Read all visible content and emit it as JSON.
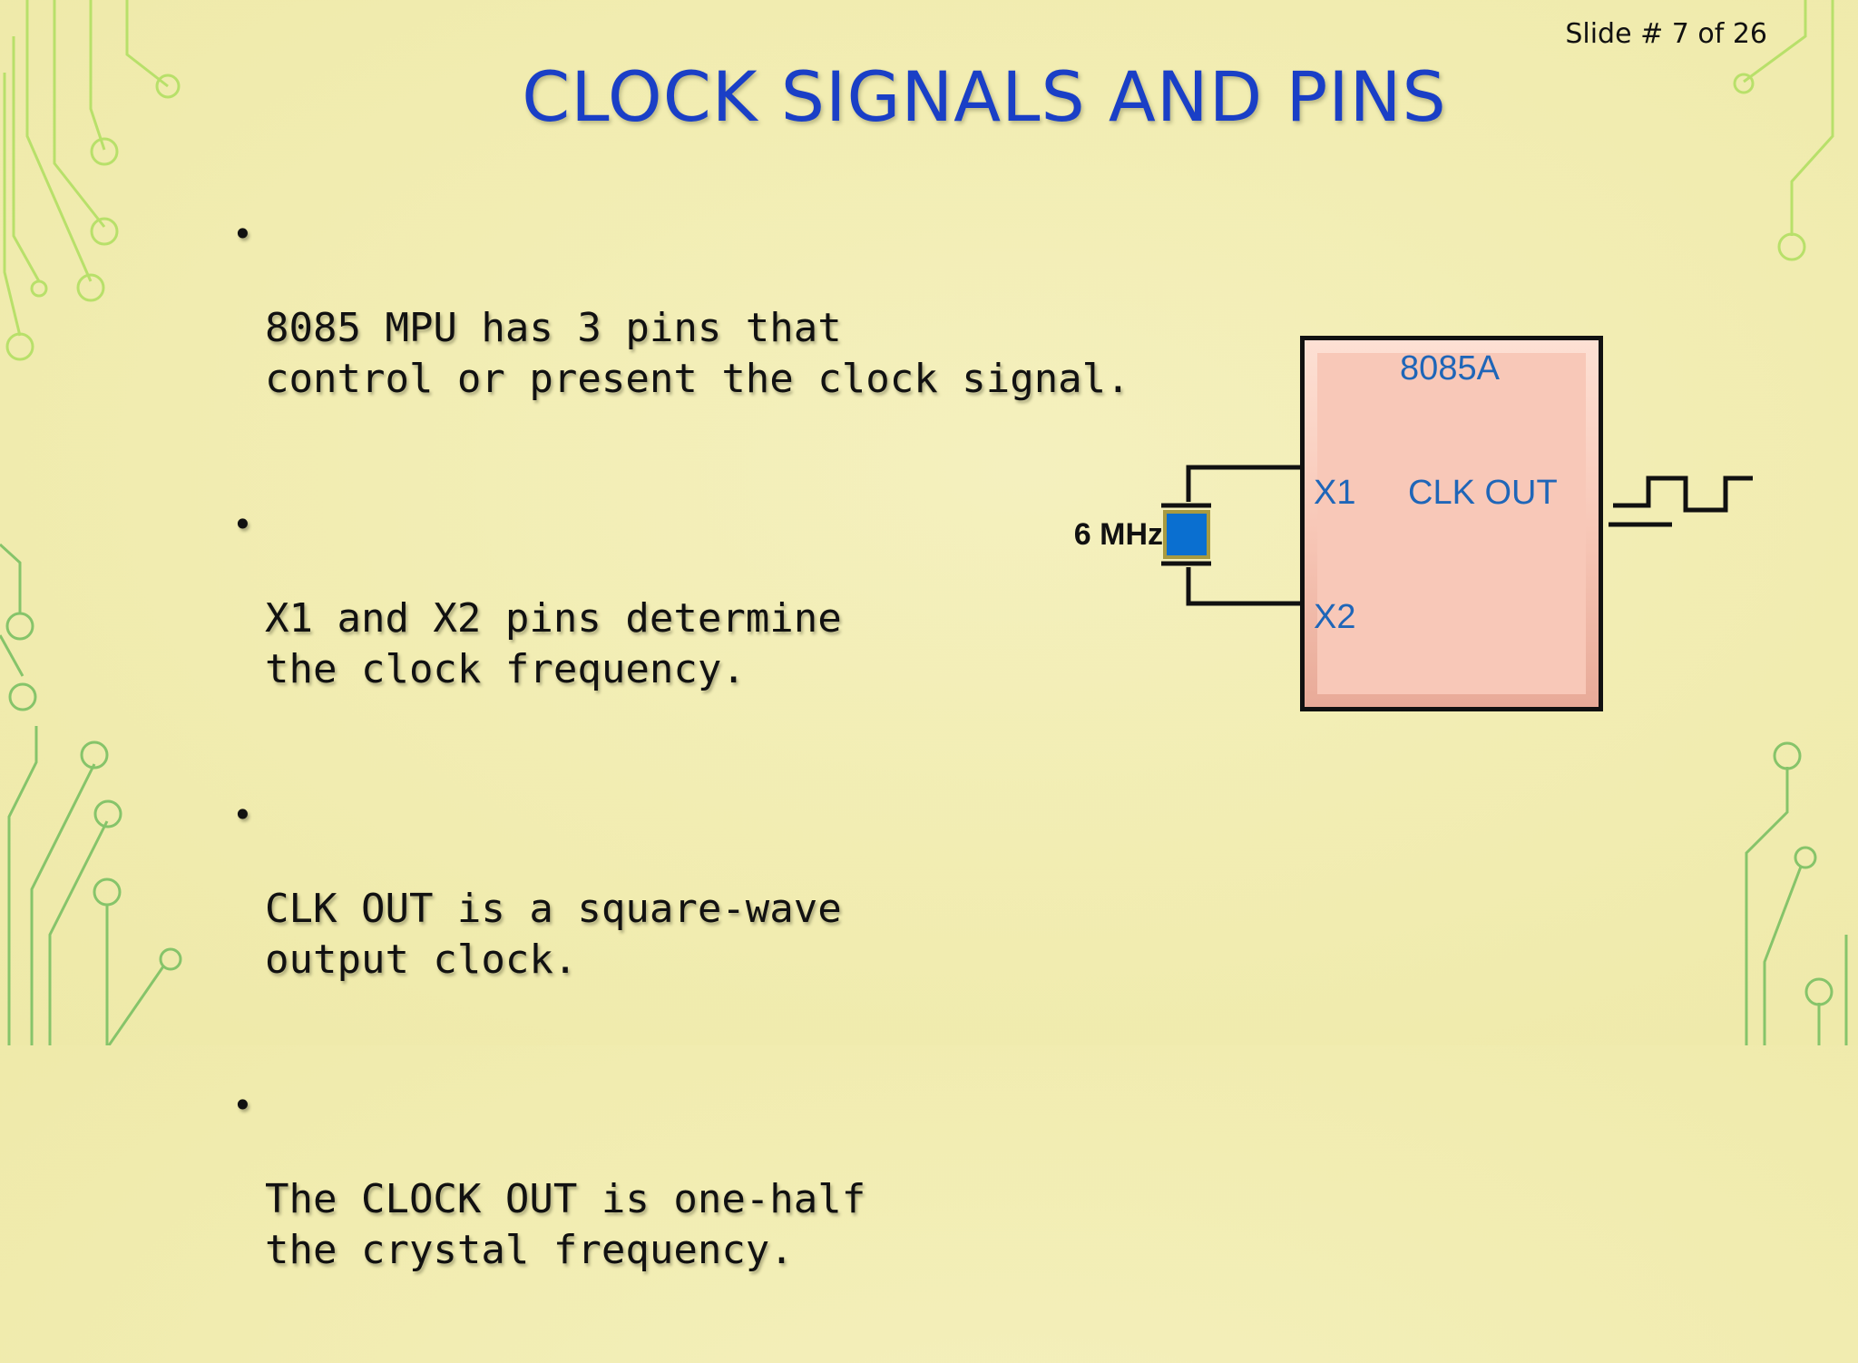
{
  "slide": {
    "number_text": "Slide # 7 of 26"
  },
  "title": "CLOCK SIGNALS AND PINS",
  "bullets": [
    "8085 MPU has 3 pins that\ncontrol or present the clock signal.",
    "X1 and X2 pins determine\nthe clock frequency.",
    "CLK OUT is a square-wave\noutput clock.",
    "The CLOCK OUT is one-half\nthe crystal frequency."
  ],
  "diagram": {
    "chip_name": "8085A",
    "pin_x1": "X1",
    "pin_x2": "X2",
    "pin_clk_out": "CLK OUT",
    "crystal_label": "6 MHz"
  },
  "colors": {
    "title": "#1a3fc6",
    "chip_fill": "#f8c8b8",
    "chip_text": "#1f66b8",
    "crystal": "#0a6fd0",
    "circuit_lines": "#7cc56a"
  }
}
